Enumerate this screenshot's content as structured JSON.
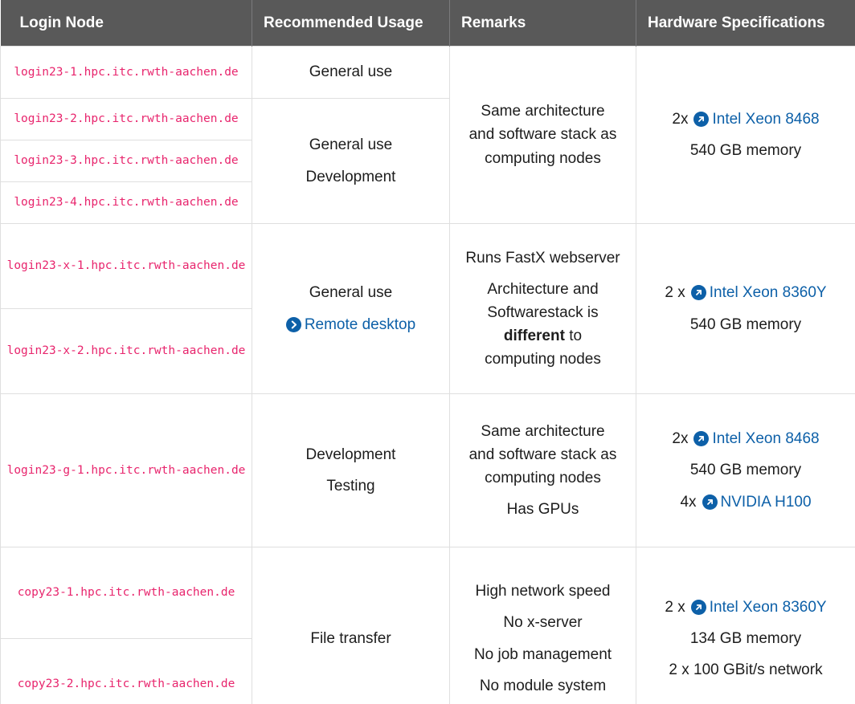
{
  "colors": {
    "header_bg": "#595959",
    "header_text": "#ffffff",
    "header_divider": "#7b7b7d",
    "body_border": "#dfdfdf",
    "node_code_pink": "#e8256d",
    "link_blue": "#0d60a8",
    "body_text": "#1d1d1d"
  },
  "header": [
    "Login Node",
    "Recommended Usage",
    "Remarks",
    "Hardware Specifications"
  ],
  "nodes": {
    "login23_1": "login23-1.hpc.itc.rwth-aachen.de",
    "login23_2": "login23-2.hpc.itc.rwth-aachen.de",
    "login23_3": "login23-3.hpc.itc.rwth-aachen.de",
    "login23_4": "login23-4.hpc.itc.rwth-aachen.de",
    "login23_x_1": "login23-x-1.hpc.itc.rwth-aachen.de",
    "login23_x_2": "login23-x-2.hpc.itc.rwth-aachen.de",
    "login23_g_1": "login23-g-1.hpc.itc.rwth-aachen.de",
    "copy23_1": "copy23-1.hpc.itc.rwth-aachen.de",
    "copy23_2": "copy23-2.hpc.itc.rwth-aachen.de"
  },
  "usage": {
    "general": "General use",
    "development": "Development",
    "testing": "Testing",
    "file_transfer": "File transfer",
    "remote_desktop": "Remote desktop"
  },
  "remarks": {
    "same_arch": "Same architecture and software stack as computing nodes",
    "fastx": "Runs FastX webserver",
    "arch_prefix": "Architecture and Softwarestack is",
    "arch_bold": "different",
    "arch_suffix": "to computing nodes",
    "has_gpus": "Has GPUs",
    "high_network": "High network speed",
    "no_xserver": "No x-server",
    "no_job": "No job management",
    "no_module": "No module system"
  },
  "hardware": {
    "xeon8468_qty": "2x",
    "xeon8468": "Intel Xeon 8468",
    "mem540": "540 GB memory",
    "xeon8360_qty": "2 x",
    "xeon8360": "Intel Xeon 8360Y",
    "h100_qty": "4x",
    "h100": "NVIDIA H100",
    "mem134": "134 GB memory",
    "network": "2 x 100 GBit/s network"
  }
}
